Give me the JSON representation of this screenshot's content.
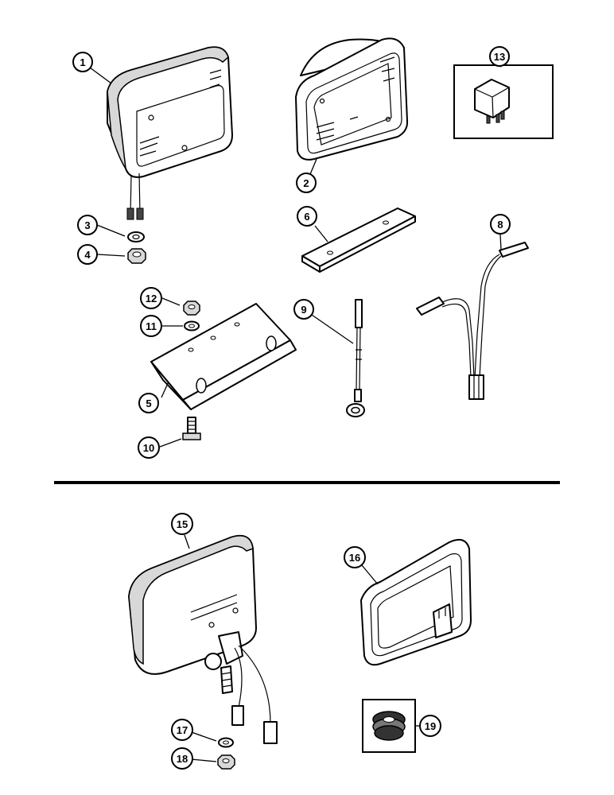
{
  "callouts": {
    "c1": "1",
    "c2": "2",
    "c3": "3",
    "c4": "4",
    "c5": "5",
    "c6": "6",
    "c8": "8",
    "c9": "9",
    "c10": "10",
    "c11": "11",
    "c12": "12",
    "c13": "13",
    "c15": "15",
    "c16": "16",
    "c17": "17",
    "c18": "18",
    "c19": "19"
  }
}
